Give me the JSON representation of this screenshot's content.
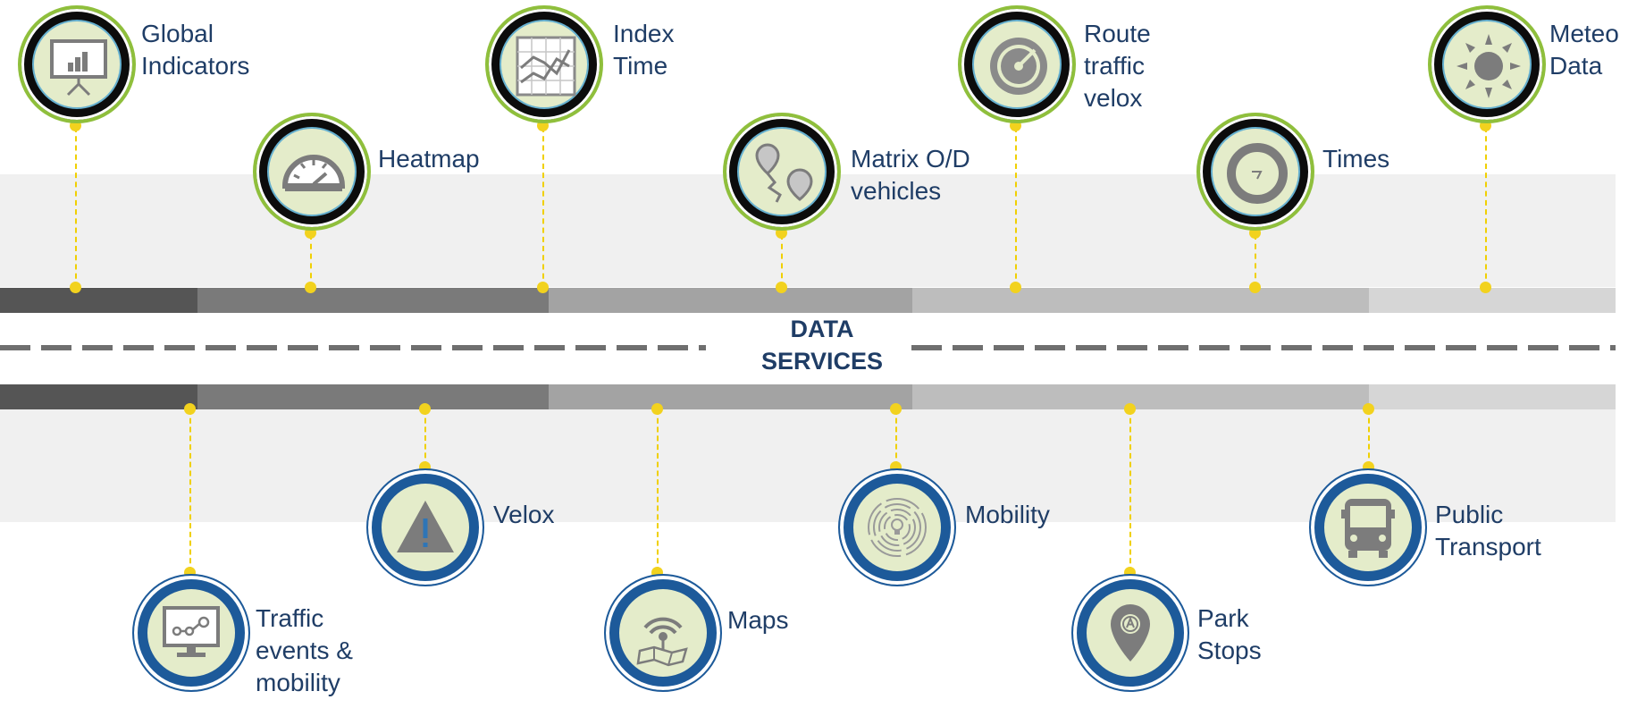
{
  "center_title": [
    "DATA",
    "SERVICES"
  ],
  "colors": {
    "green_ring": "#8fbf3c",
    "blue_ring": "#1d5a9a",
    "icon_fill": "#e4ecca",
    "connector": "#f2d21e",
    "text": "#1f3d66",
    "band": "#f0f0f0"
  },
  "bar_shades": [
    "#555555",
    "#7a7a7a",
    "#a3a3a3",
    "#bdbdbd",
    "#d6d6d6"
  ],
  "top_services": [
    {
      "id": "global-indicators",
      "label": [
        "Global",
        "Indicators"
      ],
      "icon": "presentation-chart-icon"
    },
    {
      "id": "heatmap",
      "label": [
        "Heatmap"
      ],
      "icon": "gauge-icon"
    },
    {
      "id": "index-time",
      "label": [
        "Index",
        "Time"
      ],
      "icon": "line-chart-icon"
    },
    {
      "id": "matrix-od-vehicles",
      "label": [
        "Matrix O/D",
        "vehicles"
      ],
      "icon": "route-pins-icon"
    },
    {
      "id": "route-traffic-velox",
      "label": [
        "Route",
        "traffic",
        "velox"
      ],
      "icon": "speedometer-icon"
    },
    {
      "id": "times",
      "label": [
        "Times"
      ],
      "icon": "clock-icon"
    },
    {
      "id": "meteo-data",
      "label": [
        "Meteo",
        "Data"
      ],
      "icon": "sun-icon"
    }
  ],
  "bottom_services": [
    {
      "id": "traffic-events-mobility",
      "label": [
        "Traffic",
        "events &",
        "mobility"
      ],
      "icon": "monitor-graph-icon"
    },
    {
      "id": "velox",
      "label": [
        "Velox"
      ],
      "icon": "warning-triangle-icon"
    },
    {
      "id": "maps",
      "label": [
        "Maps"
      ],
      "icon": "map-signal-icon"
    },
    {
      "id": "mobility",
      "label": [
        "Mobility"
      ],
      "icon": "concentric-maze-icon"
    },
    {
      "id": "park-stops",
      "label": [
        "Park",
        "Stops"
      ],
      "icon": "map-pin-icon"
    },
    {
      "id": "public-transport",
      "label": [
        "Public",
        "Transport"
      ],
      "icon": "bus-icon"
    }
  ]
}
